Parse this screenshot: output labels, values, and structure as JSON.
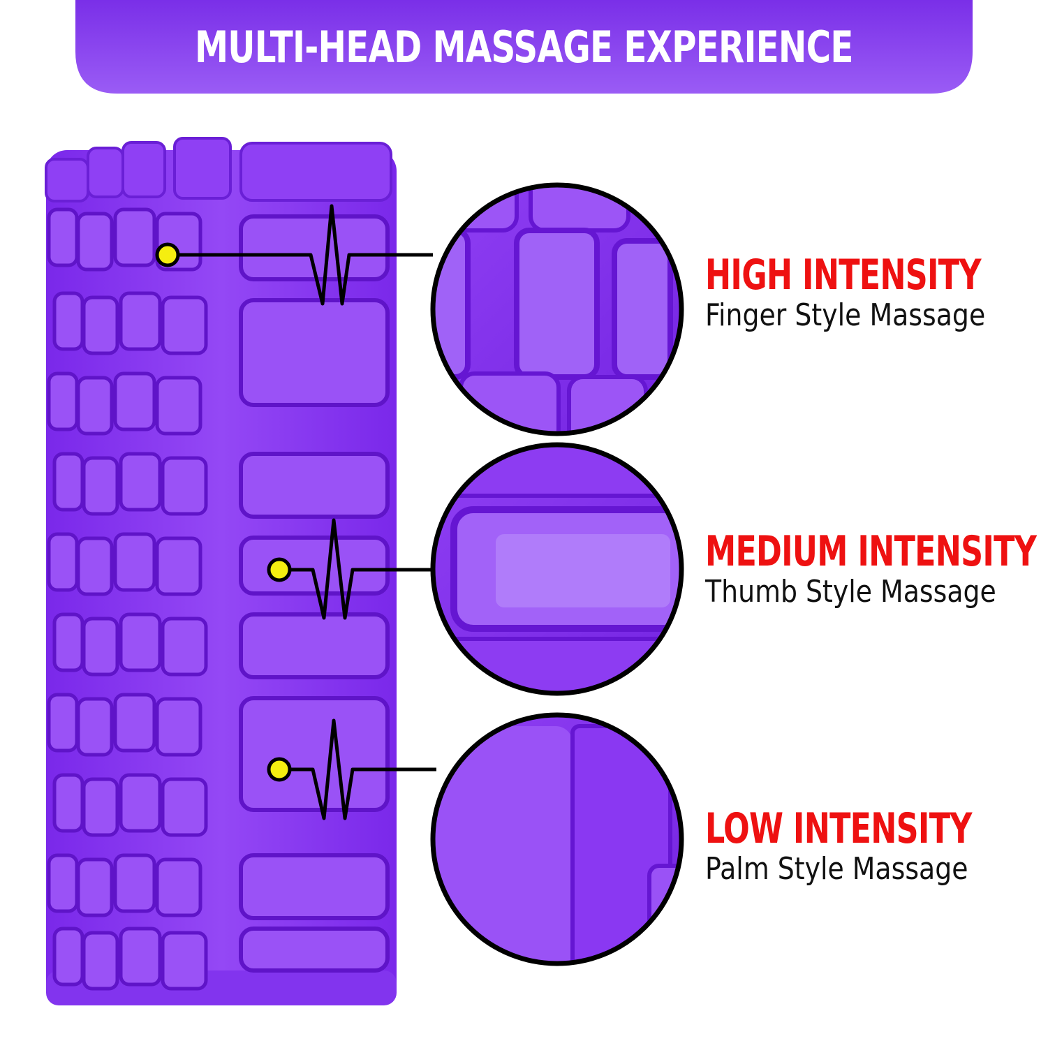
{
  "header": {
    "title": "MULTI-HEAD MASSAGE EXPERIENCE"
  },
  "callouts": [
    {
      "title": "HIGH INTENSITY",
      "subtitle": "Finger Style Massage"
    },
    {
      "title": "MEDIUM INTENSITY",
      "subtitle": "Thumb Style Massage"
    },
    {
      "title": "LOW INTENSITY",
      "subtitle": "Palm Style Massage"
    }
  ],
  "colors": {
    "brand_purple": "#8a3ff0",
    "roller_purple": "#8d3cf2",
    "roller_dark": "#6a1fd6",
    "roller_light": "#b07cfa",
    "accent_red": "#ee1111",
    "marker_yellow": "#f5ee10",
    "outline_black": "#000000"
  },
  "icons": {
    "marker": "yellow-dot-icon",
    "pulse": "heartbeat-pulse-icon"
  }
}
